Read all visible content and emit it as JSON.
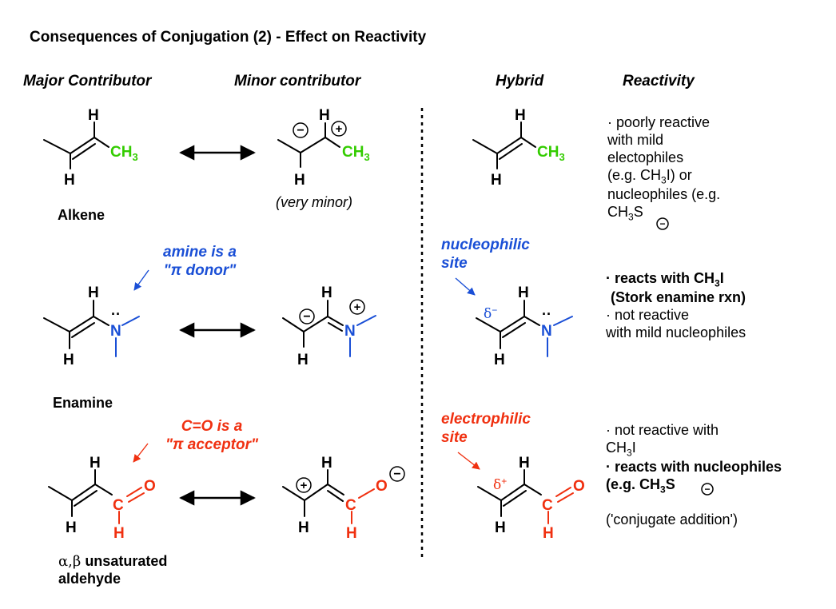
{
  "title": "Consequences of Conjugation (2) - Effect on Reactivity",
  "headers": {
    "major": "Major Contributor",
    "minor": "Minor contributor",
    "hybrid": "Hybrid",
    "reactivity": "Reactivity"
  },
  "labels": {
    "alkene": "Alkene",
    "enamine": "Enamine",
    "aldehyde_prefix": "α,β",
    "aldehyde_line1": "unsaturated",
    "aldehyde_line2": "aldehyde",
    "very_minor": "(very minor)"
  },
  "annotations": {
    "amine_line1": "amine is a",
    "amine_line2": "\"π donor\"",
    "co_line1": "C=O is a",
    "co_line2": "\"π acceptor\"",
    "nuc_line1": "nucleophilic",
    "nuc_line2": "site",
    "elec_line1": "electrophilic",
    "elec_line2": "site"
  },
  "atoms": {
    "H": "H",
    "C": "C",
    "N": "N",
    "O": "O",
    "CH": "CH",
    "three": "3",
    "lone_pair": "··",
    "plus": "+",
    "minus": "−",
    "delta": "δ",
    "dminus": "−",
    "dplus": "+"
  },
  "reactivity": {
    "alkene": {
      "b1": "· poorly reactive",
      "b2": "with mild",
      "b3": "electophiles",
      "b4a": "(e.g. CH",
      "b4b": "3",
      "b4c": "I) or",
      "b5": "nucleophiles (e.g.",
      "b6a": "CH",
      "b6b": "3",
      "b6c": "S"
    },
    "enamine": {
      "b1a": "· reacts with CH",
      "b1b": "3",
      "b1c": "I",
      "b2": "(Stork enamine rxn)",
      "b3": "· not reactive",
      "b4": "with mild nucleophiles"
    },
    "aldehyde": {
      "b1": "· not reactive with",
      "b2a": "CH",
      "b2b": "3",
      "b2c": "I",
      "b3": "· reacts with nucleophiles",
      "b4a": "(e.g. CH",
      "b4b": "3",
      "b4c": "S",
      "b5": "('conjugate addition')"
    }
  },
  "colors": {
    "green": "#33cc00",
    "blue": "#1a4fd6",
    "red": "#f03010",
    "black": "#000000"
  }
}
